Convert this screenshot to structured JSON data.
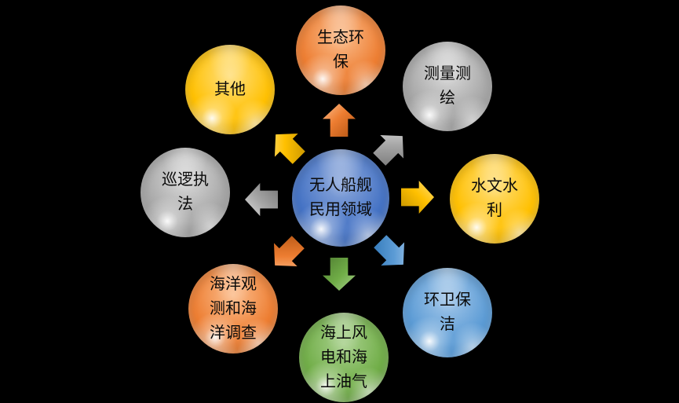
{
  "diagram": {
    "background": "#000000",
    "text_color": "#0A0A0A",
    "center": {
      "id": "unmanned-ship-civilian-fields",
      "label": "无人船舰民用领域",
      "color": "blue"
    },
    "nodes": [
      {
        "id": "eco-protection",
        "label": "生态环保",
        "color": "orange",
        "direction": "top"
      },
      {
        "id": "surveying-mapping",
        "label": "测量测绘",
        "color": "gray",
        "direction": "top-right"
      },
      {
        "id": "hydrology-water",
        "label": "水文水利",
        "color": "gold",
        "direction": "right"
      },
      {
        "id": "sanitation-cleaning",
        "label": "环卫保洁",
        "color": "lightblue",
        "direction": "bottom-right"
      },
      {
        "id": "offshore-wind-oil-gas",
        "label": "海上风电和海上油气",
        "color": "green",
        "direction": "bottom"
      },
      {
        "id": "ocean-observation-survey",
        "label": "海洋观测和海洋调查",
        "color": "orange",
        "direction": "bottom-left"
      },
      {
        "id": "patrol-law-enforcement",
        "label": "巡逻执法",
        "color": "gray",
        "direction": "left"
      },
      {
        "id": "other",
        "label": "其他",
        "color": "gold",
        "direction": "top-left"
      }
    ]
  },
  "palette": {
    "orange": {
      "base": "#ED7D31",
      "light": "#FBBE8E",
      "dark": "#B35412"
    },
    "gray": {
      "base": "#A6A6A6",
      "light": "#DBDBDB",
      "dark": "#767676"
    },
    "gold": {
      "base": "#FFC000",
      "light": "#FFDF7E",
      "dark": "#BF8F00"
    },
    "blue": {
      "base": "#4472C4",
      "light": "#8FAADC",
      "dark": "#2F5597"
    },
    "lightblue": {
      "base": "#5B9BD5",
      "light": "#A5C8EA",
      "dark": "#2E75B6"
    },
    "green": {
      "base": "#70AD47",
      "light": "#A9D18E",
      "dark": "#507E32"
    }
  }
}
